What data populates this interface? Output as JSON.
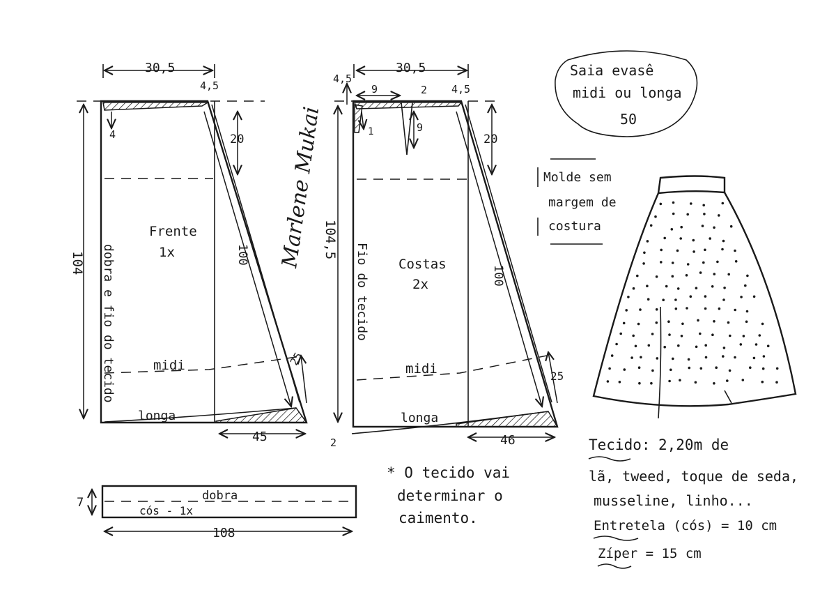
{
  "title": {
    "line1": "Saia evasê",
    "line2": "midi ou longa",
    "line3": "50"
  },
  "signature": "Marlene Mukai",
  "note_margin": {
    "line1": "Molde sem",
    "line2": "margem de",
    "line3": "costura"
  },
  "front": {
    "label": "Frente",
    "qty": "1x",
    "top_width": "30,5",
    "top_offset": "4,5",
    "waist_drop": "4",
    "hip_depth": "20",
    "side_length": "100",
    "length": "104",
    "fold_label": "dobra e fio do tecido",
    "midi": "midi",
    "longa": "longa",
    "hem_rise": "25",
    "hem_width": "45"
  },
  "back": {
    "label": "Costas",
    "qty": "2x",
    "top_width": "30,5",
    "top_offset": "4,5",
    "left_offset": "4,5",
    "dart_offset": "9",
    "dart_width": "2",
    "dart_length": "9",
    "waist_drop": "1",
    "hip_depth": "20",
    "side_length": "100",
    "length": "104,5",
    "grain_label": "Fio do tecido",
    "midi": "midi",
    "longa": "longa",
    "hem_rise": "25",
    "hem_width": "46",
    "hem_drop": "2"
  },
  "waistband": {
    "label": "cós - 1x",
    "fold": "dobra",
    "height": "7",
    "length": "108"
  },
  "note_fabric_drape": {
    "line1": "* O tecido vai",
    "line2": "determinar o",
    "line3": "caimento."
  },
  "materials": {
    "line1_label": "Tecido:",
    "line1_value": "2,20m de",
    "line2": "lã, tweed, toque de seda,",
    "line3": "musseline, linho...",
    "line4": "Entretela (cós) = 10 cm",
    "line5": "Zíper = 15 cm"
  }
}
